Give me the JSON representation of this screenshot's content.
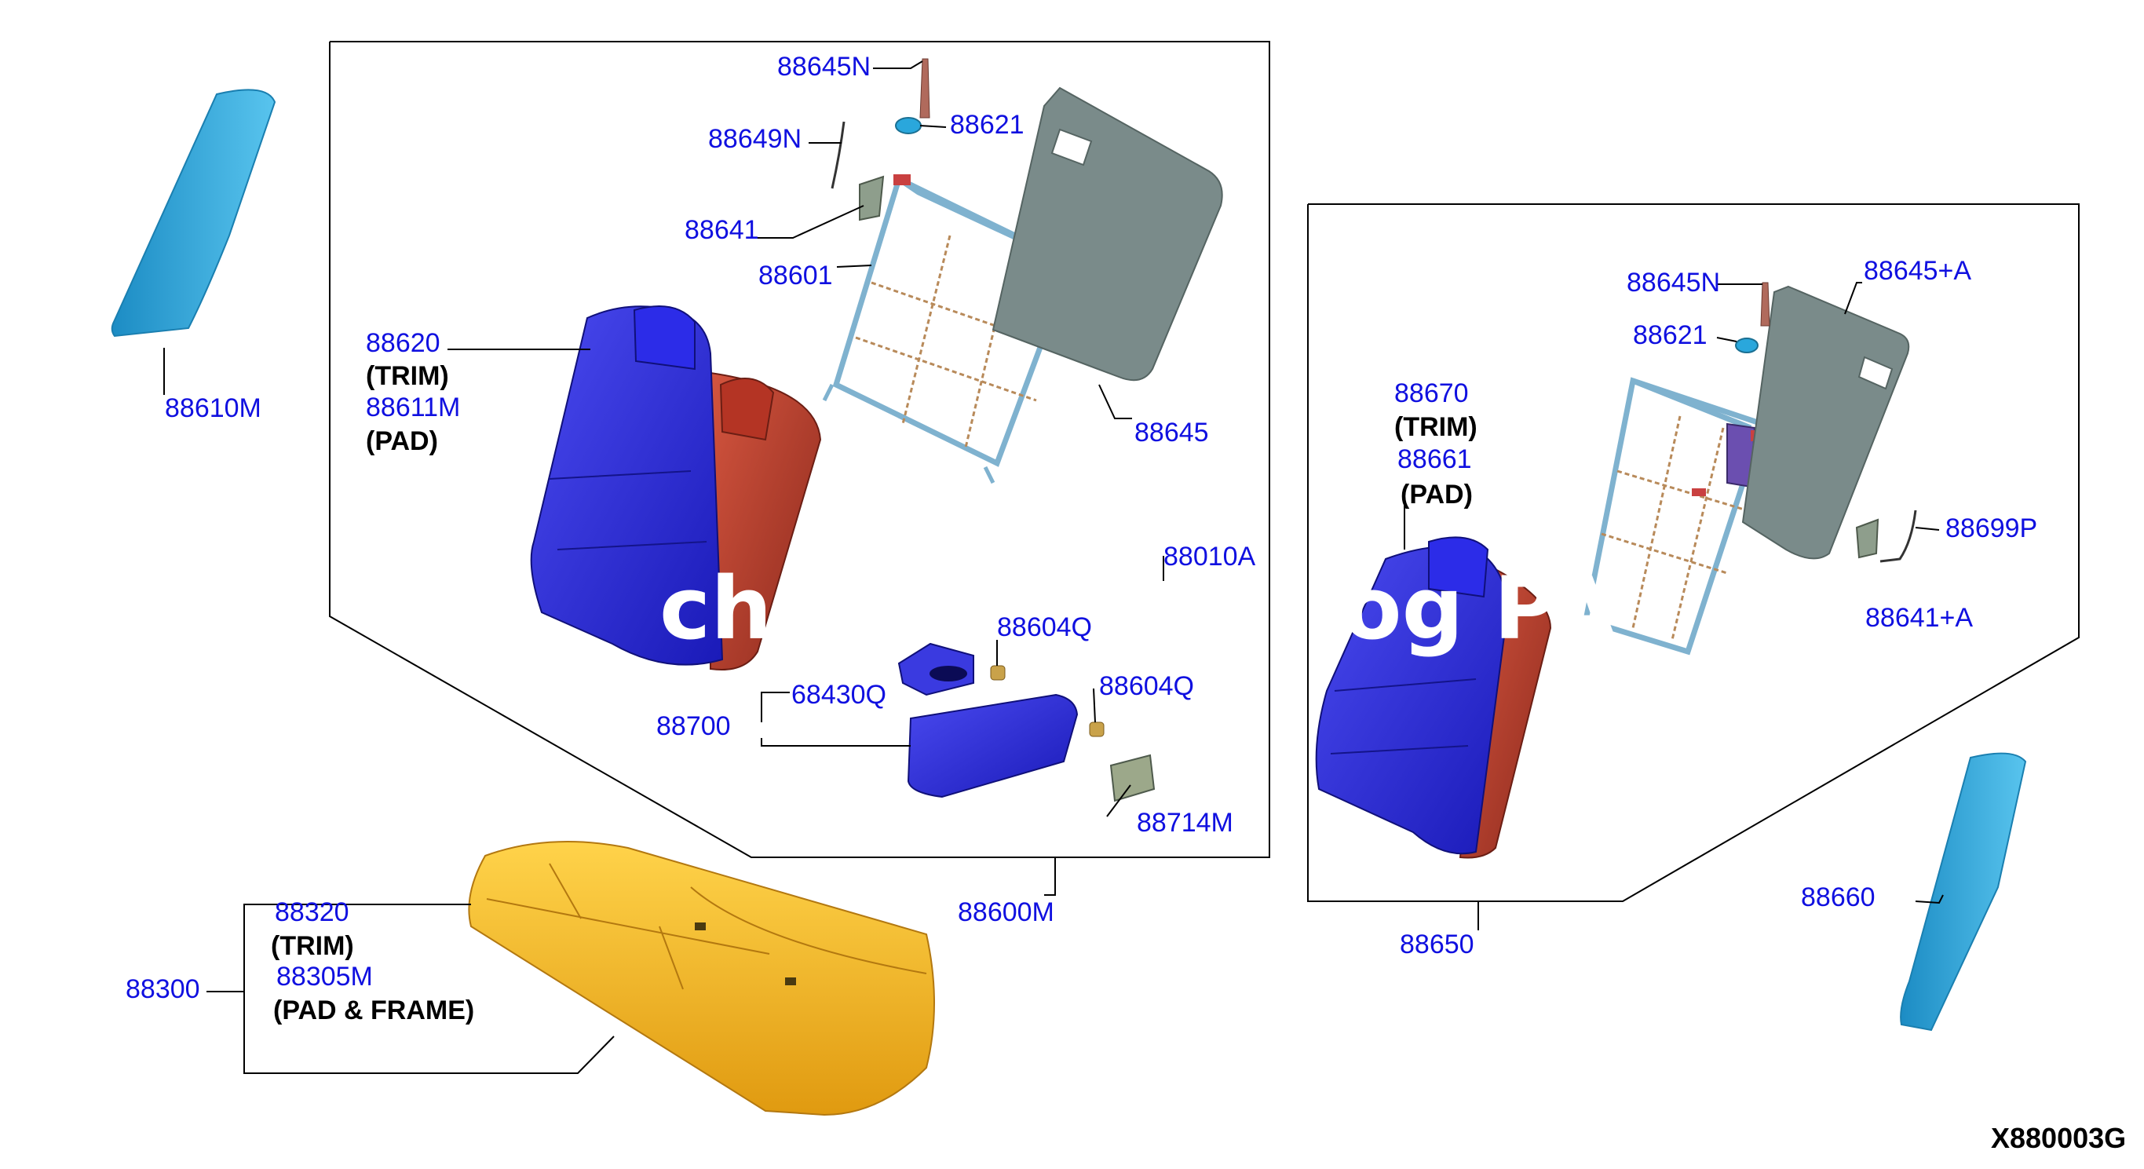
{
  "labels": {
    "p88645N_a": "88645N",
    "p88621_a": "88621",
    "p88649N": "88649N",
    "p88641": "88641",
    "p88601": "88601",
    "p88620": "88620",
    "trim_a": "(TRIM)",
    "p88611M": "88611M",
    "pad_a": "(PAD)",
    "p88645": "88645",
    "p88010A": "88010A",
    "p88604Q_a": "88604Q",
    "p68430Q": "68430Q",
    "p88604Q_b": "88604Q",
    "p88700": "88700",
    "p88714M": "88714M",
    "p88600M": "88600M",
    "p88610M": "88610M",
    "p88645N_b": "88645N",
    "p88645A": "88645+A",
    "p88621_b": "88621",
    "p88670": "88670",
    "trim_b": "(TRIM)",
    "p88661": "88661",
    "pad_b": "(PAD)",
    "p88699P": "88699P",
    "p88641A": "88641+A",
    "p88650": "88650",
    "p88660": "88660",
    "p88320": "88320",
    "trim_c": "(TRIM)",
    "p88305M": "88305M",
    "pad_frame": "(PAD & FRAME)",
    "p88300": "88300",
    "diagram_code": "X880003G"
  },
  "watermark": [
    "chant",
    "og PA"
  ],
  "colors": {
    "label_blue": "#1010e0",
    "seat_blue": "#2f2fd6",
    "seat_red": "#c0392b",
    "cushion_yellow": "#f3b51d",
    "bolster_cyan": "#2aa7dc",
    "panel_grey": "#7a8b8a",
    "frame_blue": "#7fb2cf"
  }
}
